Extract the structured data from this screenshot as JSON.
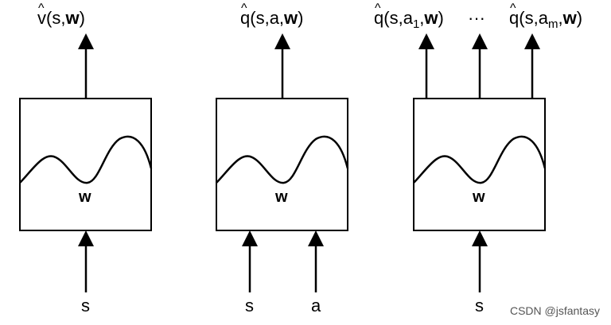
{
  "outputs": {
    "v": {
      "base": "v",
      "args": "(s,",
      "weight": "w",
      "close": ")"
    },
    "q": {
      "base": "q",
      "args": "(s,a,",
      "weight": "w",
      "close": ")"
    },
    "q1": {
      "base": "q",
      "args": "(s,a",
      "sub": "1",
      "comma": ",",
      "weight": "w",
      "close": ")"
    },
    "dots": "···",
    "qm": {
      "base": "q",
      "args": "(s,a",
      "sub": "m",
      "comma": ",",
      "weight": "w",
      "close": ")"
    }
  },
  "boxes": [
    {
      "weight_label": "w"
    },
    {
      "weight_label": "w"
    },
    {
      "weight_label": "w"
    }
  ],
  "inputs": {
    "box1": [
      "s"
    ],
    "box2": [
      "s",
      "a"
    ],
    "box3": [
      "s"
    ]
  },
  "watermark": "CSDN @jsfantasy"
}
